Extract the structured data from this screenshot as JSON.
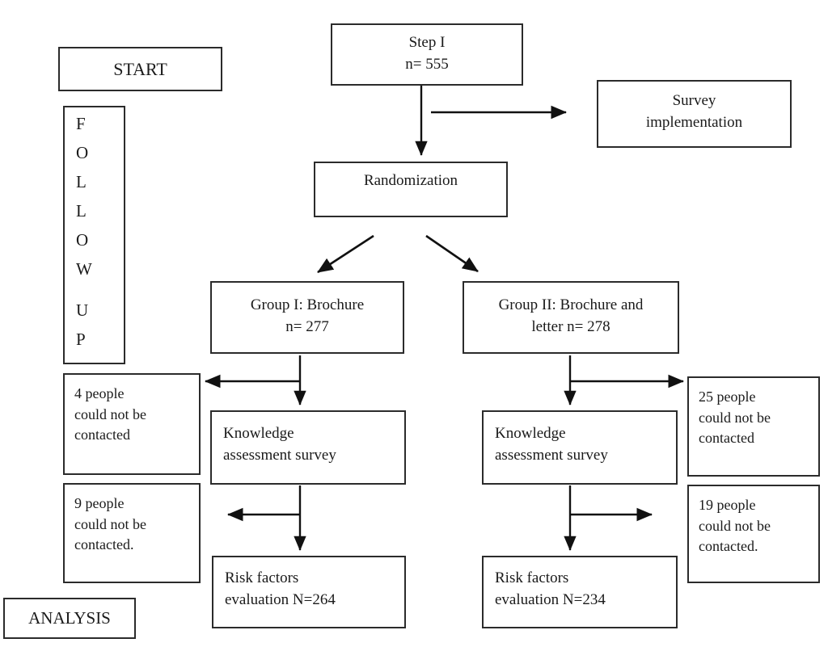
{
  "figure": {
    "type": "flowchart",
    "title_fragment": "",
    "stroke_color": "#2b2b2b",
    "text_color": "#1a1a1a",
    "background": "#ffffff"
  },
  "phase_labels": {
    "start": "START",
    "follow_up_letters": [
      "F",
      "O",
      "L",
      "L",
      "O",
      "W",
      " ",
      "U",
      "P"
    ],
    "analysis": "ANALYSIS"
  },
  "nodes": {
    "step1": {
      "line1": "Step I",
      "line2": "n= 555"
    },
    "survey_implementation": {
      "line1": "Survey",
      "line2": "implementation"
    },
    "randomization": {
      "line1": "Randomization"
    },
    "group1": {
      "line1": "Group I: Brochure",
      "line2": "n= 277"
    },
    "group2": {
      "line1": "Group II: Brochure and",
      "line2": "letter   n= 278"
    },
    "knowledge_left": {
      "line1": "Knowledge",
      "line2": "assessment      survey"
    },
    "knowledge_right": {
      "line1": "Knowledge",
      "line2": "assessment      survey"
    },
    "risk_left": {
      "line1": "Risk              factors",
      "line2": "evaluation    N=264"
    },
    "risk_right": {
      "line1": "Risk              factors",
      "line2": "evaluation    N=234"
    },
    "dropout_left_1": {
      "line1": "4          people",
      "line2": "could  not  be",
      "line3": "contacted"
    },
    "dropout_left_2": {
      "line1": "9          people",
      "line2": "could  not  be",
      "line3": "contacted."
    },
    "dropout_right_1": {
      "line1": "25         people",
      "line2": "could  not  be",
      "line3": "contacted"
    },
    "dropout_right_2": {
      "line1": "19         people",
      "line2": "could  not  be",
      "line3": "contacted."
    }
  },
  "chart_data": {
    "type": "flowchart",
    "enrolled_total": 555,
    "group1_n": 277,
    "group2_n": 278,
    "group1_analyzed": 264,
    "group2_analyzed": 234,
    "group1_lost_after_randomization": 4,
    "group1_lost_after_knowledge": 9,
    "group2_lost_after_randomization": 25,
    "group2_lost_after_knowledge": 19
  }
}
